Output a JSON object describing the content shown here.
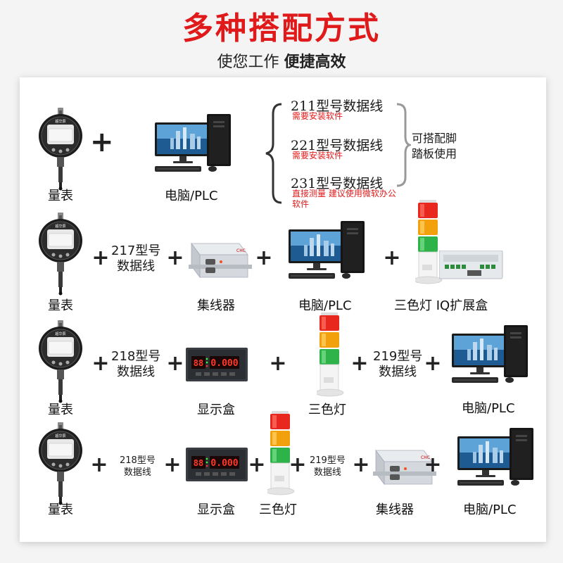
{
  "header": {
    "title": "多种搭配方式",
    "subtitle_normal": "使您工作 ",
    "subtitle_bold": "便捷高效"
  },
  "brand": "超华辰",
  "rows": [
    {
      "gauge_label": "量表",
      "computer_label": "电脑/PLC",
      "options": [
        {
          "name": "211型号数据线",
          "note": "需要安装软件"
        },
        {
          "name": "221型号数据线",
          "note": "需要安装软件"
        },
        {
          "name": "231型号数据线",
          "note": "直接测量 建议使用微软办公软件"
        }
      ],
      "pedal_line1": "可搭配脚",
      "pedal_line2": "踏板使用"
    },
    {
      "gauge_label": "量表",
      "cable_line1": "217型号",
      "cable_line2": "数据线",
      "hub_label": "集线器",
      "computer_label": "电脑/PLC",
      "tower_label": "三色灯 IQ扩展盒"
    },
    {
      "gauge_label": "量表",
      "cable_a_line1": "218型号",
      "cable_a_line2": "数据线",
      "display_label": "显示盒",
      "display_value": "0.000",
      "tower_label": "三色灯",
      "cable_b_line1": "219型号",
      "cable_b_line2": "数据线",
      "computer_label": "电脑/PLC"
    },
    {
      "gauge_label": "量表",
      "cable_a_line1": "218型号",
      "cable_a_line2": "数据线",
      "display_label": "显示盒",
      "display_value": "0.000",
      "tower_label": "三色灯",
      "cable_b_line1": "219型号",
      "cable_b_line2": "数据线",
      "hub_label": "集线器",
      "computer_label": "电脑/PLC"
    }
  ],
  "colors": {
    "title_red": "#e01a1a",
    "note_red": "#e01a1a",
    "light_red": "#e8281f",
    "light_amber": "#f2a10c",
    "light_green": "#2db34a"
  },
  "icons": {
    "plus": "plus-icon",
    "gauge": "dial-indicator-icon",
    "computer": "desktop-computer-icon",
    "hub": "hub-box-icon",
    "display": "display-box-icon",
    "tower": "signal-tower-light-icon",
    "brace": "left-brace-icon",
    "close_brace": "right-bracket-icon"
  }
}
